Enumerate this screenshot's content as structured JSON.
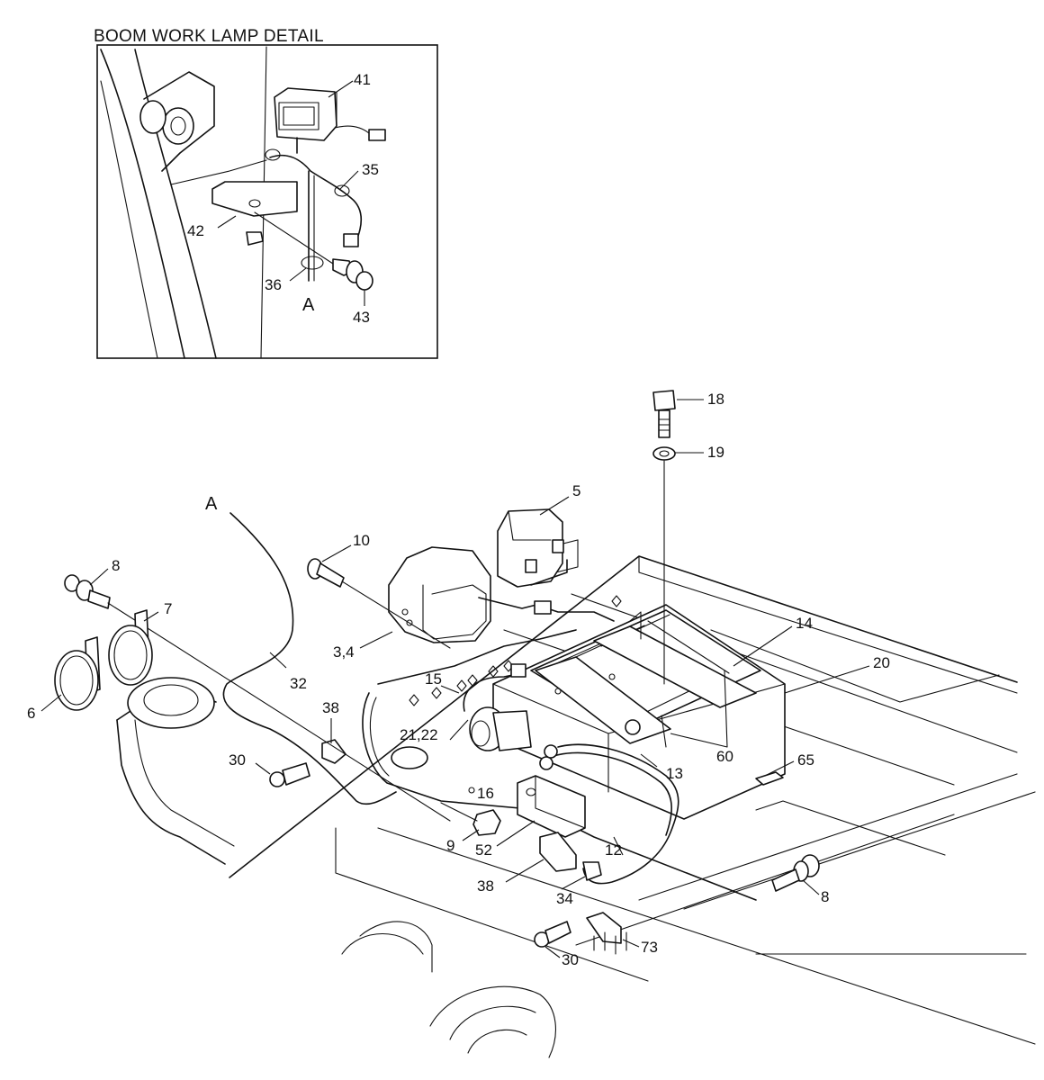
{
  "detail": {
    "title": "BOOM WORK LAMP DETAIL",
    "connection_ref": "A",
    "callouts": {
      "c41": "41",
      "c35": "35",
      "c42": "42",
      "c36": "36",
      "c43": "43"
    }
  },
  "main": {
    "connection_ref": "A",
    "callouts": {
      "c18": "18",
      "c19": "19",
      "c5": "5",
      "c10": "10",
      "c8a": "8",
      "c7": "7",
      "c6": "6",
      "c34": "3,4",
      "c32": "32",
      "c14": "14",
      "c20": "20",
      "c15": "15",
      "c38a": "38",
      "c2122": "21,22",
      "c30a": "30",
      "c60": "60",
      "c13": "13",
      "c65": "65",
      "c16": "16",
      "c9": "9",
      "c52": "52",
      "c12": "12",
      "c38b": "38",
      "c34b": "34",
      "c8b": "8",
      "c30b": "30",
      "c73": "73"
    }
  }
}
